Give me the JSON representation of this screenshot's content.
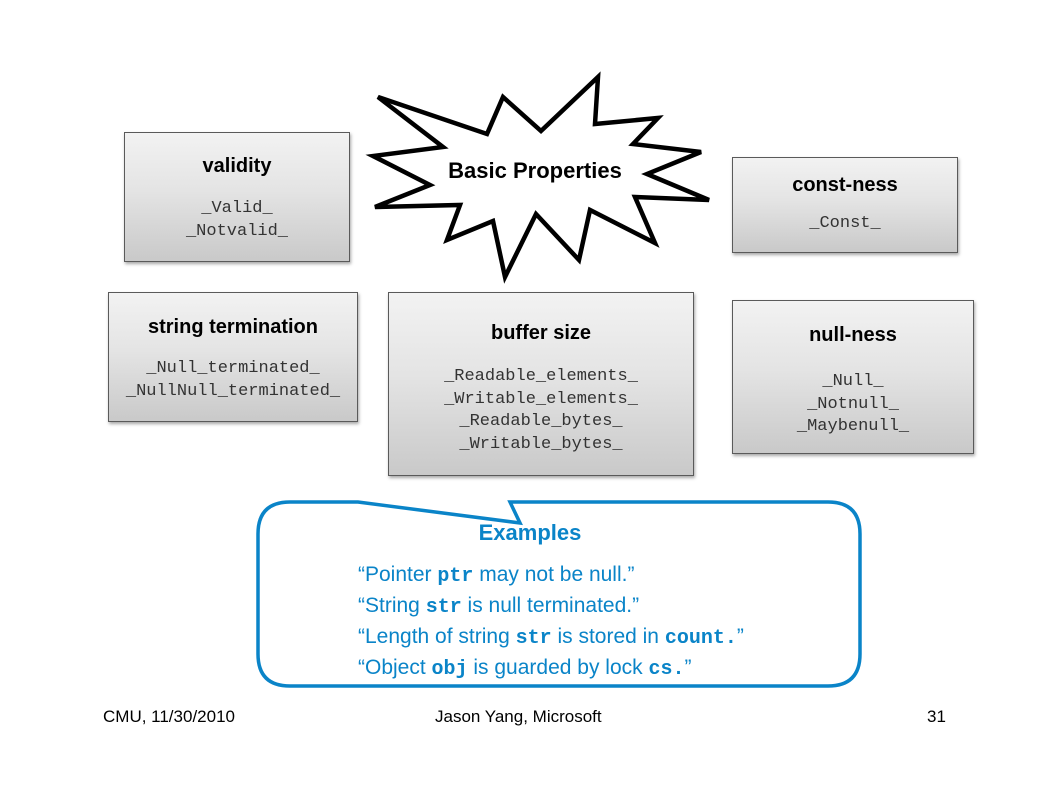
{
  "starburst": {
    "label": "Basic Properties"
  },
  "boxes": {
    "validity": {
      "title": "validity",
      "items": [
        "_Valid_",
        "_Notvalid_"
      ]
    },
    "constness": {
      "title": "const-ness",
      "items": [
        "_Const_"
      ]
    },
    "string_termination": {
      "title": "string termination",
      "items": [
        "_Null_terminated_",
        "_NullNull_terminated_"
      ]
    },
    "buffer_size": {
      "title": "buffer size",
      "items": [
        "_Readable_elements_",
        "_Writable_elements_",
        "_Readable_bytes_",
        "_Writable_bytes_"
      ]
    },
    "nullness": {
      "title": "null-ness",
      "items": [
        "_Null_",
        "_Notnull_",
        "_Maybenull_"
      ]
    }
  },
  "examples": {
    "title": "Examples",
    "lines": [
      {
        "pre": "“Pointer ",
        "code": "ptr",
        "post": " may not be null.”"
      },
      {
        "pre": "“String ",
        "code": "str",
        "post": " is null terminated.”"
      },
      {
        "pre": "“Length of string ",
        "code": "str",
        "mid": " is stored in ",
        "code2": "count.",
        "post": "”"
      },
      {
        "pre": "“Object ",
        "code": "obj",
        "mid": " is guarded by lock ",
        "code2": "cs.",
        "post": "”"
      }
    ]
  },
  "footer": {
    "left": "CMU, 11/30/2010",
    "center": "Jason Yang, Microsoft",
    "page_number": "31"
  },
  "colors": {
    "accent": "#0a84c8",
    "box_border": "#5a5a5a"
  }
}
